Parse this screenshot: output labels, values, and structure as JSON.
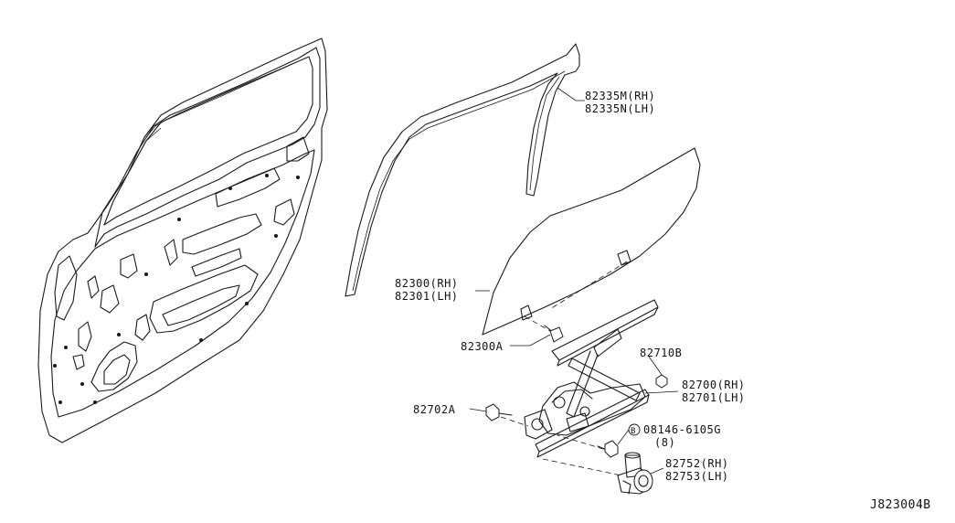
{
  "labels": {
    "p82335m": "82335M(RH)",
    "p82335n": "82335N(LH)",
    "p82300": "82300(RH)",
    "p82301": "82301(LH)",
    "p82300a": "82300A",
    "p82710b": "82710B",
    "p82700": "82700(RH)",
    "p82701": "82701(LH)",
    "p82702a": "82702A",
    "p08146_symbol": "B",
    "p08146": "08146-6105G",
    "p08146_qty": "(8)",
    "p82752": "82752(RH)",
    "p82753": "82753(LH)",
    "diagram_id": "J823004B"
  }
}
